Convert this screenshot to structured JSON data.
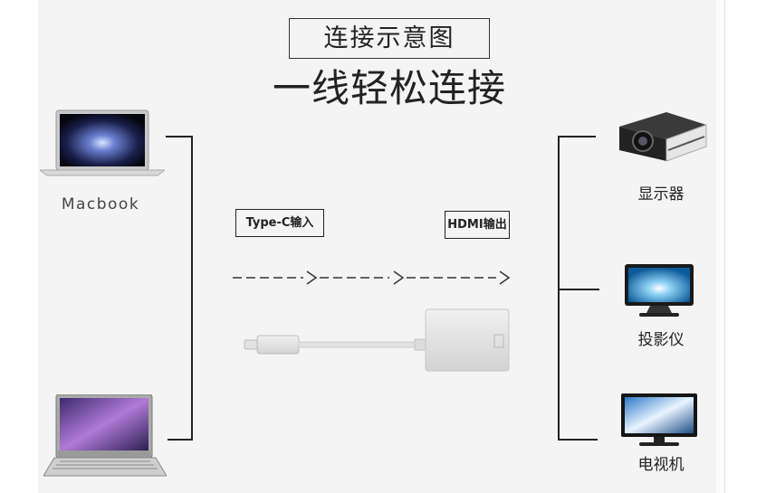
{
  "diagram": {
    "box_title": "连接示意图",
    "main_title": "一线轻松连接",
    "input_tag": "Type-C输入",
    "output_tag": "HDMI输出",
    "left_devices": [
      {
        "label": "Macbook",
        "icon": "macbook-laptop-icon"
      },
      {
        "label": "",
        "icon": "samsung-laptop-icon"
      }
    ],
    "right_devices": [
      {
        "label": "显示器",
        "icon": "projector-icon"
      },
      {
        "label": "投影仪",
        "icon": "monitor-water-splash-icon"
      },
      {
        "label": "电视机",
        "icon": "tv-icon"
      }
    ],
    "center_product": {
      "icon": "type-c-to-hdmi-adapter-icon"
    },
    "colors": {
      "background": "#f4f4f4",
      "lines": "#222222"
    }
  }
}
